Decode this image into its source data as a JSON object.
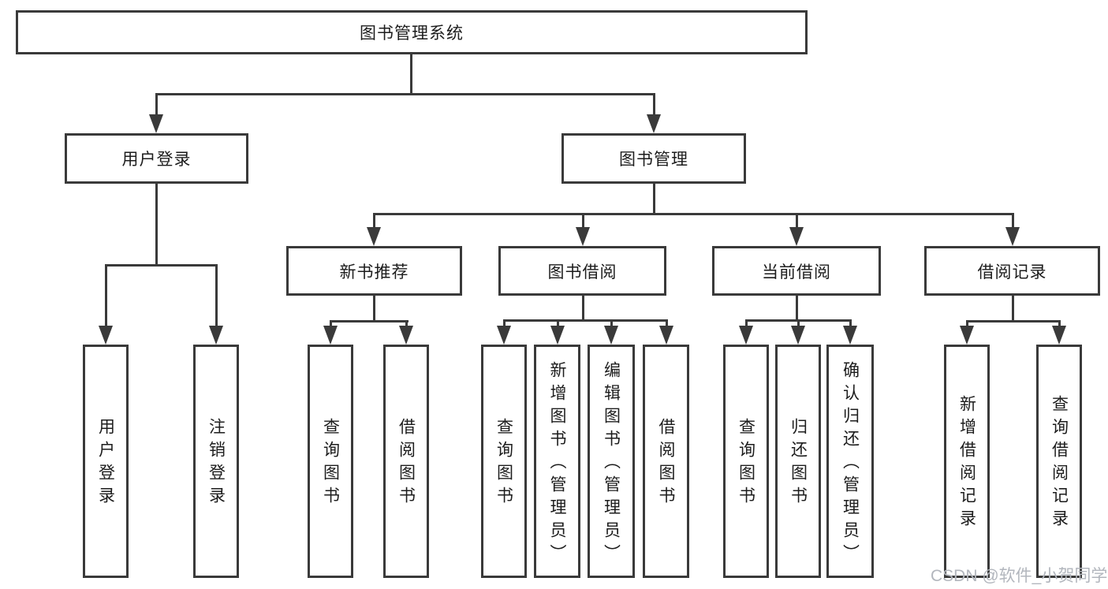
{
  "diagram_title": "图书管理系统",
  "root": {
    "label": "图书管理系统"
  },
  "level2": [
    {
      "label": "用户登录"
    },
    {
      "label": "图书管理"
    }
  ],
  "level3": [
    {
      "label": "新书推荐"
    },
    {
      "label": "图书借阅"
    },
    {
      "label": "当前借阅"
    },
    {
      "label": "借阅记录"
    }
  ],
  "leaves": [
    {
      "label": "用户登录"
    },
    {
      "label": "注销登录"
    },
    {
      "label": "查询图书"
    },
    {
      "label": "借阅图书"
    },
    {
      "label": "查询图书"
    },
    {
      "label": "新增图书（管理员）"
    },
    {
      "label": "编辑图书（管理员）"
    },
    {
      "label": "借阅图书"
    },
    {
      "label": "查询图书"
    },
    {
      "label": "归还图书"
    },
    {
      "label": "确认归还（管理员）"
    },
    {
      "label": "新增借阅记录"
    },
    {
      "label": "查询借阅记录"
    }
  ],
  "watermark": "CSDN @软件_小贺同学",
  "colors": {
    "line": "#3a3a3a",
    "text": "#1c1c1c",
    "watermark": "#b2b6bd",
    "background": "#ffffff"
  }
}
